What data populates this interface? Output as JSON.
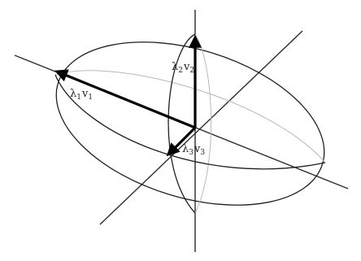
{
  "labels": {
    "v1": {
      "lambda": "λ",
      "lambda_sub": "1",
      "vec": "v",
      "vec_sub": "1"
    },
    "v2": {
      "lambda": "λ",
      "lambda_sub": "2",
      "vec": "v",
      "vec_sub": "2"
    },
    "v3": {
      "lambda": "λ",
      "lambda_sub": "3",
      "vec": "v",
      "vec_sub": "3"
    }
  },
  "colors": {
    "background": "#ffffff",
    "ink": "#000000",
    "hidden_line": "#b8b8b8"
  }
}
